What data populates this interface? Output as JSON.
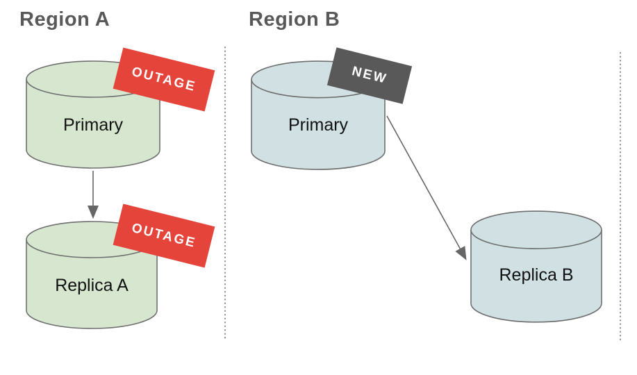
{
  "regionA": {
    "title": "Region A",
    "primary": {
      "label": "Primary",
      "badge": "OUTAGE"
    },
    "replica": {
      "label": "Replica A",
      "badge": "OUTAGE"
    }
  },
  "regionB": {
    "title": "Region B",
    "primary": {
      "label": "Primary",
      "badge": "NEW"
    },
    "replica": {
      "label": "Replica B"
    }
  },
  "colors": {
    "cylinder-green": "#d7e6cf",
    "cylinder-blue": "#d0e0e3",
    "cylinder-stroke": "#6e6e6e",
    "badge-red": "#e5443a",
    "badge-gray": "#595959",
    "title-gray": "#595959",
    "arrow-gray": "#666666",
    "divider-gray": "#8a8a8a",
    "background": "#ffffff"
  }
}
